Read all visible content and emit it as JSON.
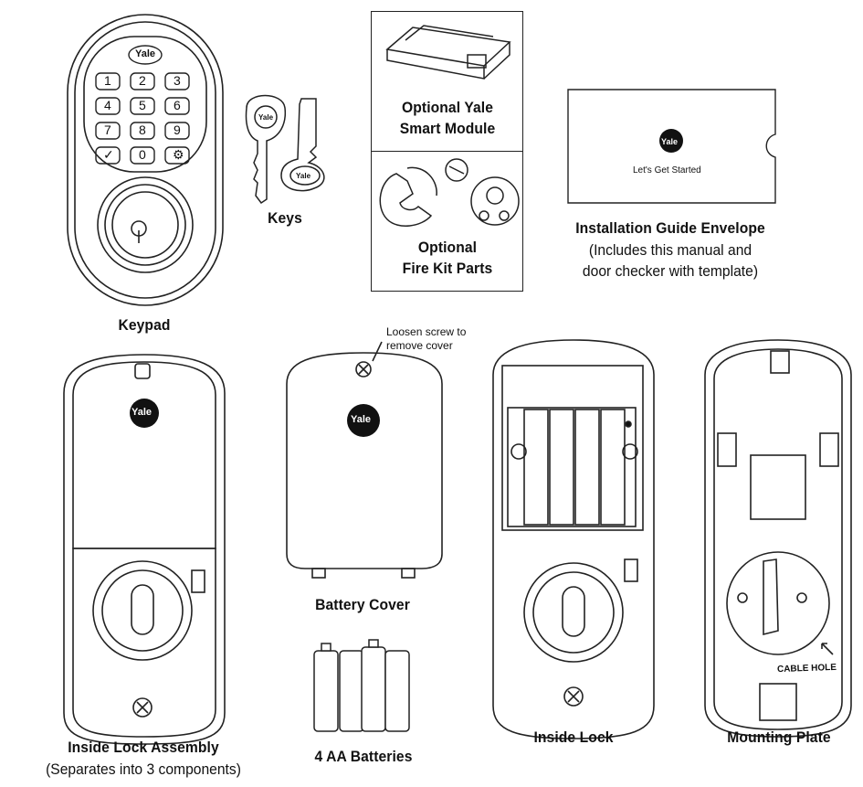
{
  "brand": "Yale",
  "parts": {
    "keypad": {
      "caption": "Keypad",
      "keys": [
        "1",
        "2",
        "3",
        "4",
        "5",
        "6",
        "7",
        "8",
        "9",
        "✓",
        "0",
        "⚙"
      ]
    },
    "keys": {
      "caption": "Keys",
      "key_stamp": "Yale",
      "key_stamp2": "Yale"
    },
    "smart_module": {
      "caption_line1": "Optional Yale",
      "caption_line2": "Smart Module"
    },
    "fire_kit": {
      "caption_line1": "Optional",
      "caption_line2": "Fire Kit Parts"
    },
    "envelope": {
      "text": "Let's Get Started",
      "caption": "Installation Guide Envelope",
      "sub_line1": "(Includes this manual and",
      "sub_line2": "door checker with template)"
    },
    "inside_lock_assembly": {
      "caption": "Inside Lock Assembly",
      "sub": "(Separates into 3 components)"
    },
    "battery_cover": {
      "caption": "Battery Cover",
      "note_line1": "Loosen screw to",
      "note_line2": "remove cover"
    },
    "batteries": {
      "caption": "4 AA Batteries"
    },
    "inside_lock": {
      "caption": "Inside Lock"
    },
    "mounting_plate": {
      "caption": "Mounting Plate",
      "cable_label": "CABLE HOLE"
    }
  }
}
